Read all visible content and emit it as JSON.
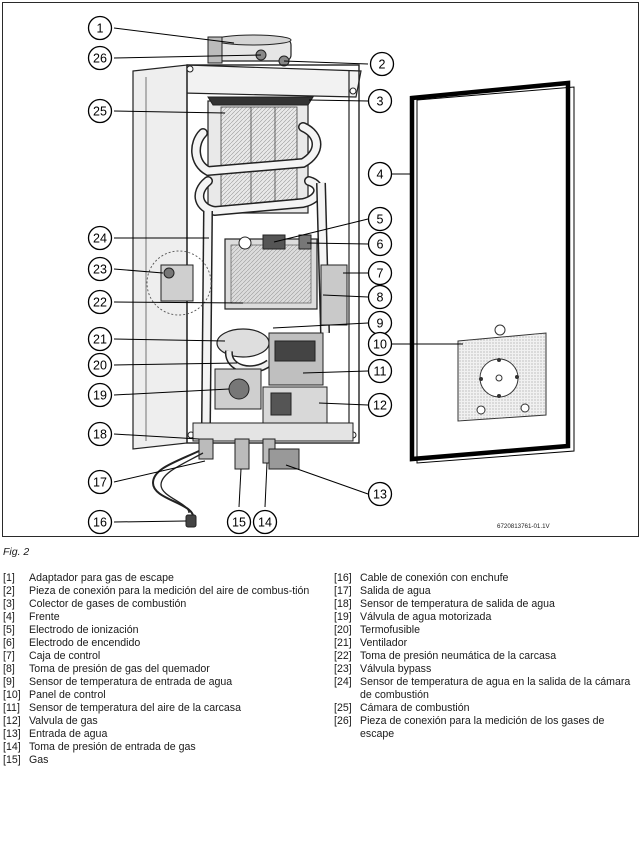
{
  "figure": {
    "id_code": "6720813761-01.1V",
    "callouts": [
      "1",
      "2",
      "3",
      "4",
      "5",
      "6",
      "7",
      "8",
      "9",
      "10",
      "11",
      "12",
      "13",
      "14",
      "15",
      "16",
      "17",
      "18",
      "19",
      "20",
      "21",
      "22",
      "23",
      "24",
      "25",
      "26"
    ]
  },
  "caption": "Fig. 2",
  "legend_left": [
    {
      "num": "[1]",
      "text": "Adaptador para gas de escape"
    },
    {
      "num": "[2]",
      "text": "Pieza de conexión para la medición del aire de combus-tión"
    },
    {
      "num": "[3]",
      "text": "Colector de gases de combustión"
    },
    {
      "num": "[4]",
      "text": "Frente"
    },
    {
      "num": "[5]",
      "text": "Electrodo de ionización"
    },
    {
      "num": "[6]",
      "text": "Electrodo de encendido"
    },
    {
      "num": "[7]",
      "text": "Caja de control"
    },
    {
      "num": "[8]",
      "text": "Toma de presión de gas del quemador"
    },
    {
      "num": "[9]",
      "text": "Sensor de temperatura de entrada de agua"
    },
    {
      "num": "[10]",
      "text": "Panel de control"
    },
    {
      "num": "[11]",
      "text": "Sensor de temperatura del aire de la carcasa"
    },
    {
      "num": "[12]",
      "text": "Valvula de gas"
    },
    {
      "num": "[13]",
      "text": "Entrada de agua"
    },
    {
      "num": "[14]",
      "text": "Toma de presión de entrada de gas"
    },
    {
      "num": "[15]",
      "text": "Gas"
    }
  ],
  "legend_right": [
    {
      "num": "[16]",
      "text": "Cable de conexión con enchufe"
    },
    {
      "num": "[17]",
      "text": "Salida de agua"
    },
    {
      "num": "[18]",
      "text": "Sensor de temperatura de salida de agua"
    },
    {
      "num": "[19]",
      "text": "Válvula de agua motorizada"
    },
    {
      "num": "[20]",
      "text": "Termofusible"
    },
    {
      "num": "[21]",
      "text": "Ventilador"
    },
    {
      "num": "[22]",
      "text": "Toma de presión neumática de la carcasa"
    },
    {
      "num": "[23]",
      "text": "Válvula bypass"
    },
    {
      "num": "[24]",
      "text": "Sensor de temperatura de agua en la salida de la cámara de combustión"
    },
    {
      "num": "[25]",
      "text": "Cámara de combustión"
    },
    {
      "num": "[26]",
      "text": "Pieza de conexión para la medición de los gases de escape"
    }
  ]
}
